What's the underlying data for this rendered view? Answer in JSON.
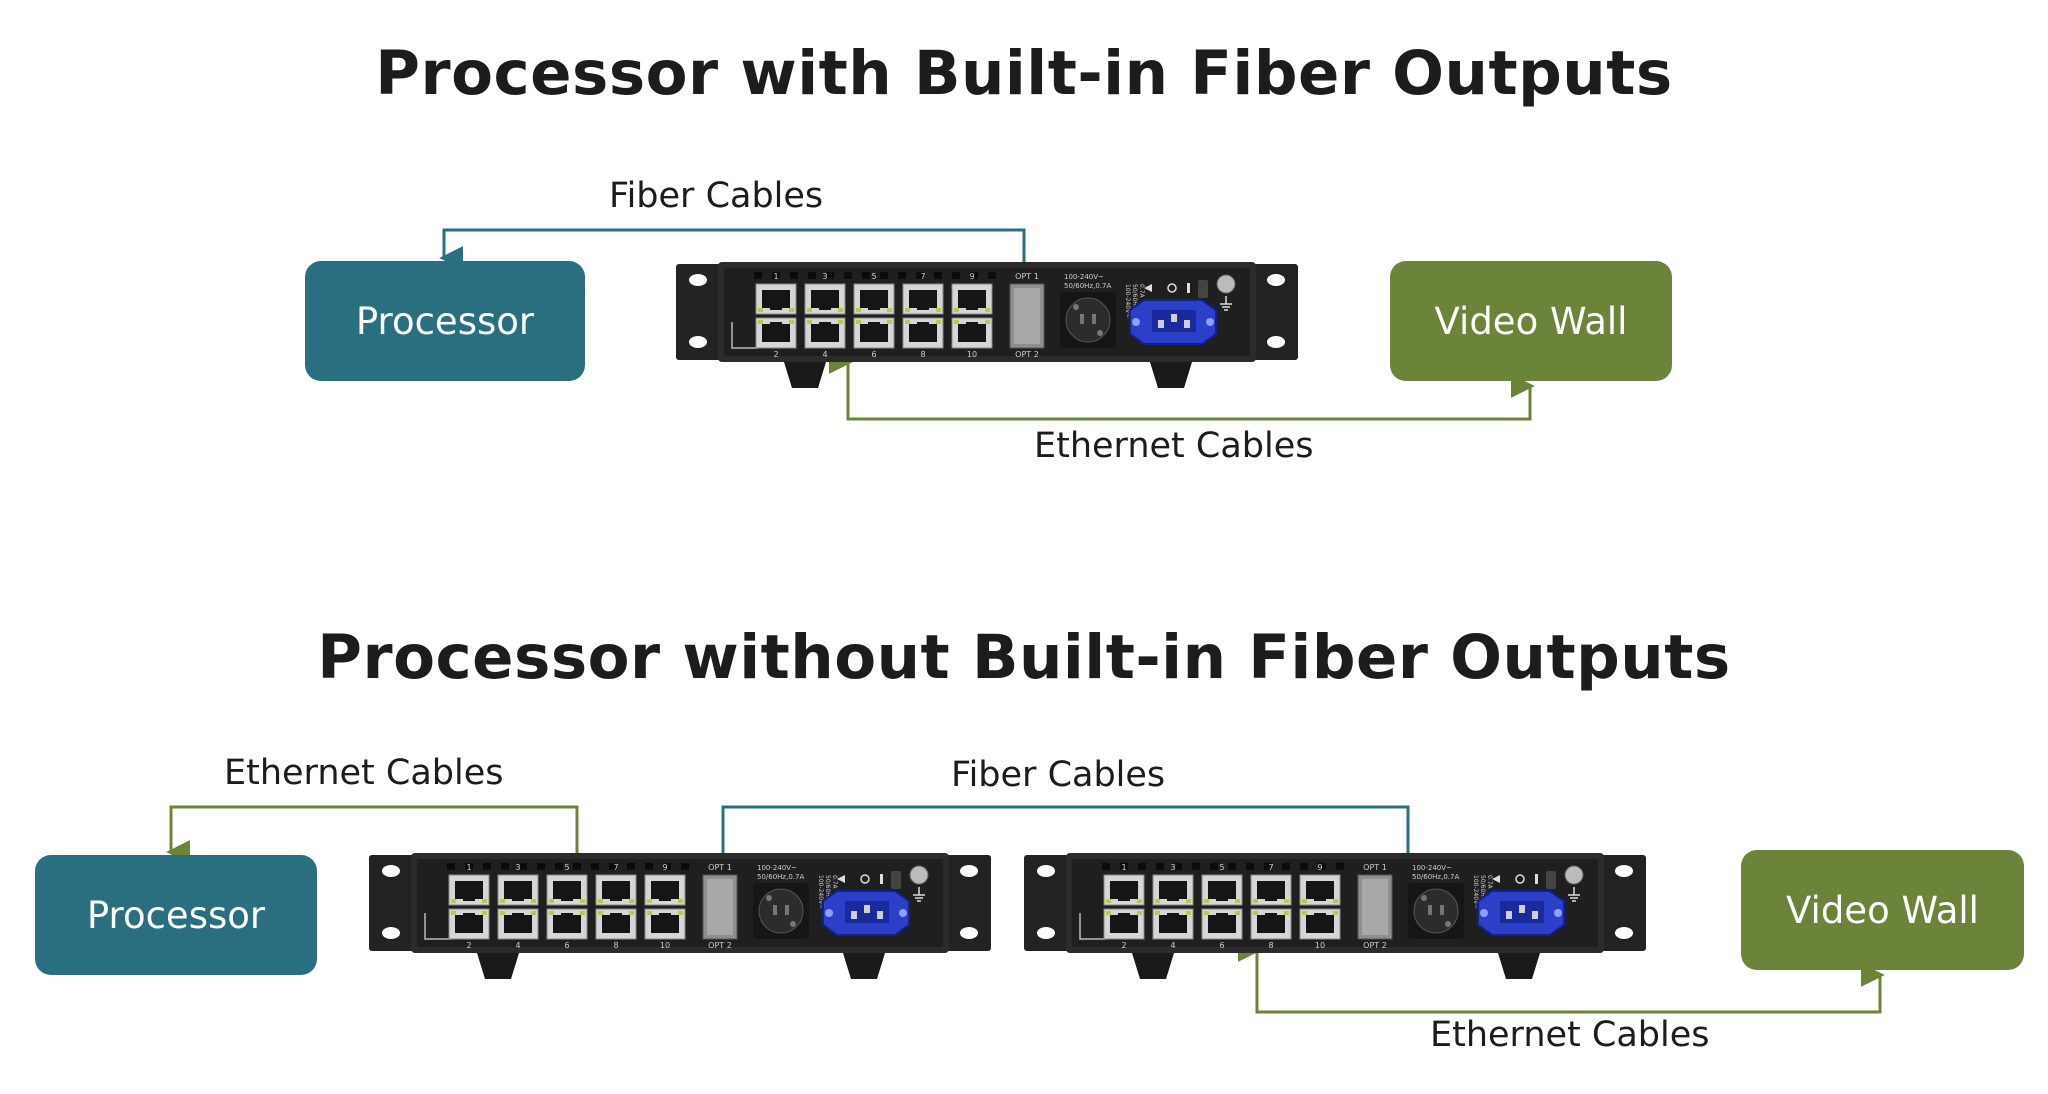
{
  "colors": {
    "fiber": "#2a6f80",
    "ethernet": "#6b8439",
    "processor_box": "#2a6f80",
    "video_wall_box": "#6b8439"
  },
  "top": {
    "title": "Processor with Built-in Fiber Outputs",
    "processor_label": "Processor",
    "video_wall_label": "Video Wall",
    "fiber_label": "Fiber Cables",
    "ethernet_label": "Ethernet Cables"
  },
  "bottom": {
    "title": "Processor without Built-in Fiber Outputs",
    "processor_label": "Processor",
    "video_wall_label": "Video Wall",
    "fiber_label": "Fiber Cables",
    "ethernet_label_left": "Ethernet Cables",
    "ethernet_label_right": "Ethernet Cables"
  },
  "device": {
    "port_numbers_top": [
      "1",
      "3",
      "5",
      "7",
      "9"
    ],
    "port_numbers_bottom": [
      "2",
      "4",
      "6",
      "8",
      "10"
    ],
    "opt_top": "OPT 1",
    "opt_bottom": "OPT 2",
    "power_line1": "100-240V~",
    "power_line2": "50/60Hz,0.7A",
    "side_line1": "100-240V~",
    "side_line2": "50/60Hz,",
    "side_line3": "0.7A"
  }
}
